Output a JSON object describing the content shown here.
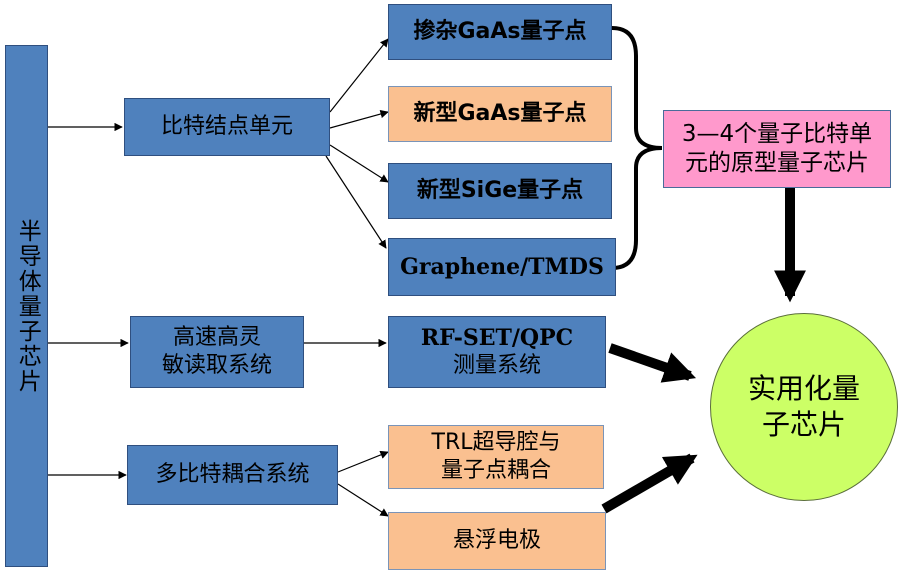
{
  "root": "半导体量子芯片",
  "branch1": "比特结点单元",
  "branch2_line1": "高速高灵",
  "branch2_line2": "敏读取系统",
  "branch3": "多比特耦合系统",
  "leaf_doped_gaas": "掺杂GaAs量子点",
  "leaf_new_gaas": "新型GaAs量子点",
  "leaf_new_sige": "新型SiGe量子点",
  "leaf_graphene": "Graphene/TMDS",
  "leaf_rfset_line1": "RF-SET/QPC",
  "leaf_rfset_line2": "测量系统",
  "leaf_trl_line1": "TRL超导腔与",
  "leaf_trl_line2": "量子点耦合",
  "leaf_electrode": "悬浮电极",
  "prototype_line1": "3—4个量子比特单",
  "prototype_line2": "元的原型量子芯片",
  "goal_line1": "实用化量",
  "goal_line2": "子芯片",
  "colors": {
    "blue": "#4f81bd",
    "peach": "#fac090",
    "pink": "#ff99cc",
    "green": "#ccff66"
  }
}
